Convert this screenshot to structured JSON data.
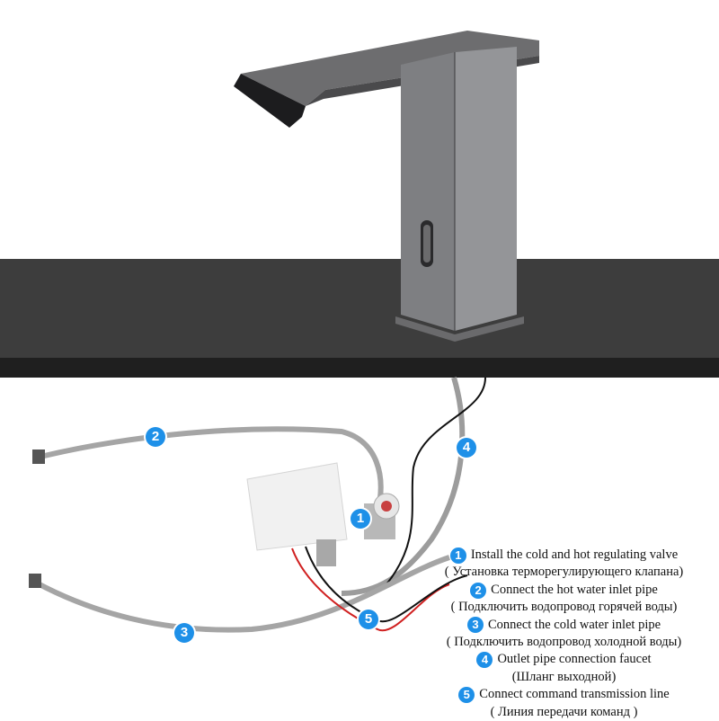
{
  "image": {
    "subject": "sensor-faucet-installation-diagram",
    "components": {
      "faucet": "touchless faucet with waterfall spout, gunmetal grey",
      "counter": "dark countertop",
      "control_box": "white control box",
      "valve": "cold/hot regulating valve"
    }
  },
  "badges": [
    "1",
    "2",
    "3",
    "4",
    "5"
  ],
  "badge_color": "#1e90e8",
  "legend": [
    {
      "num": "1",
      "en": "Install the cold and hot regulating valve",
      "ru": "( Установка терморегулирующего клапана)"
    },
    {
      "num": "2",
      "en": "Connect the hot water inlet pipe",
      "ru": "( Подключить водопровод горячей воды)"
    },
    {
      "num": "3",
      "en": "Connect the cold water inlet pipe",
      "ru": "( Подключить водопровод холодной воды)"
    },
    {
      "num": "4",
      "en": "Outlet pipe connection faucet",
      "ru": "(Шланг выходной)"
    },
    {
      "num": "5",
      "en": "Connect command transmission line",
      "ru": "( Линия передачи команд )"
    }
  ]
}
